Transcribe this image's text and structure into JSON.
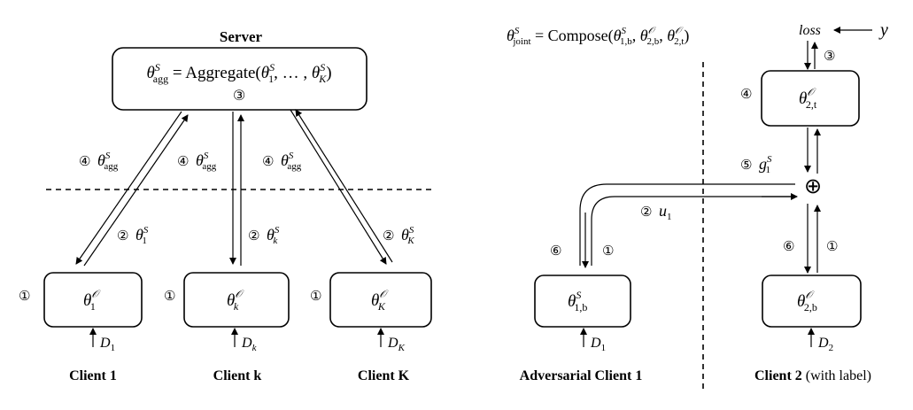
{
  "left": {
    "server_title": "Server",
    "server_formula": {
      "theta": "θ",
      "sup": "S",
      "sub": "agg",
      "eq": " = Aggregate(",
      "t1": "θ",
      "t1sup": "S",
      "t1sub": "1",
      "dots": ", … , ",
      "tk": "θ",
      "tksup": "S",
      "tksub": "K",
      "close": ")"
    },
    "step3": "③",
    "step4": "④",
    "step2": "②",
    "step1": "①",
    "agg_label": {
      "theta": "θ",
      "sup": "S",
      "sub": "agg"
    },
    "up_labels": [
      {
        "theta": "θ",
        "sup": "S",
        "sub": "1"
      },
      {
        "theta": "θ",
        "sup": "S",
        "sub": "k"
      },
      {
        "theta": "θ",
        "sup": "S",
        "sub": "K"
      }
    ],
    "clients": [
      {
        "box_sub": "1",
        "data_sub": "1",
        "name": "Client 1"
      },
      {
        "box_sub": "k",
        "data_sub": "k",
        "name": "Client k"
      },
      {
        "box_sub": "K",
        "data_sub": "K",
        "name": "Client K"
      }
    ],
    "box_sup": "𝒪",
    "data_letter": "D"
  },
  "right": {
    "joint_formula": {
      "theta": "θ",
      "sup": "S",
      "sub": "joint",
      "eq": " = Compose(",
      "a": "θ",
      "asup": "S",
      "asub": "1,b",
      "b": "θ",
      "bsup": "𝒪",
      "bsub": "2,b",
      "c": "θ",
      "csup": "𝒪",
      "csub": "2,t",
      "sep": ", ",
      "close": ")"
    },
    "loss": "loss",
    "y": "y",
    "top_box": {
      "theta": "θ",
      "sup": "𝒪",
      "sub": "2,t"
    },
    "step4": "④",
    "step3": "③",
    "step5": "⑤",
    "g_label": {
      "g": "g",
      "sup": "S",
      "sub": "1"
    },
    "plus": "⊕",
    "step2": "②",
    "u_label": {
      "u": "u",
      "sub": "1"
    },
    "step6": "⑥",
    "step1": "①",
    "adv_box": {
      "theta": "θ",
      "sup": "S",
      "sub": "1,b"
    },
    "c2_box": {
      "theta": "θ",
      "sup": "𝒪",
      "sub": "2,b"
    },
    "adv_data": {
      "d": "D",
      "sub": "1"
    },
    "c2_data": {
      "d": "D",
      "sub": "2"
    },
    "adv_name": "Adversarial Client 1",
    "c2_name": "Client 2",
    "c2_note": " (with label)"
  }
}
